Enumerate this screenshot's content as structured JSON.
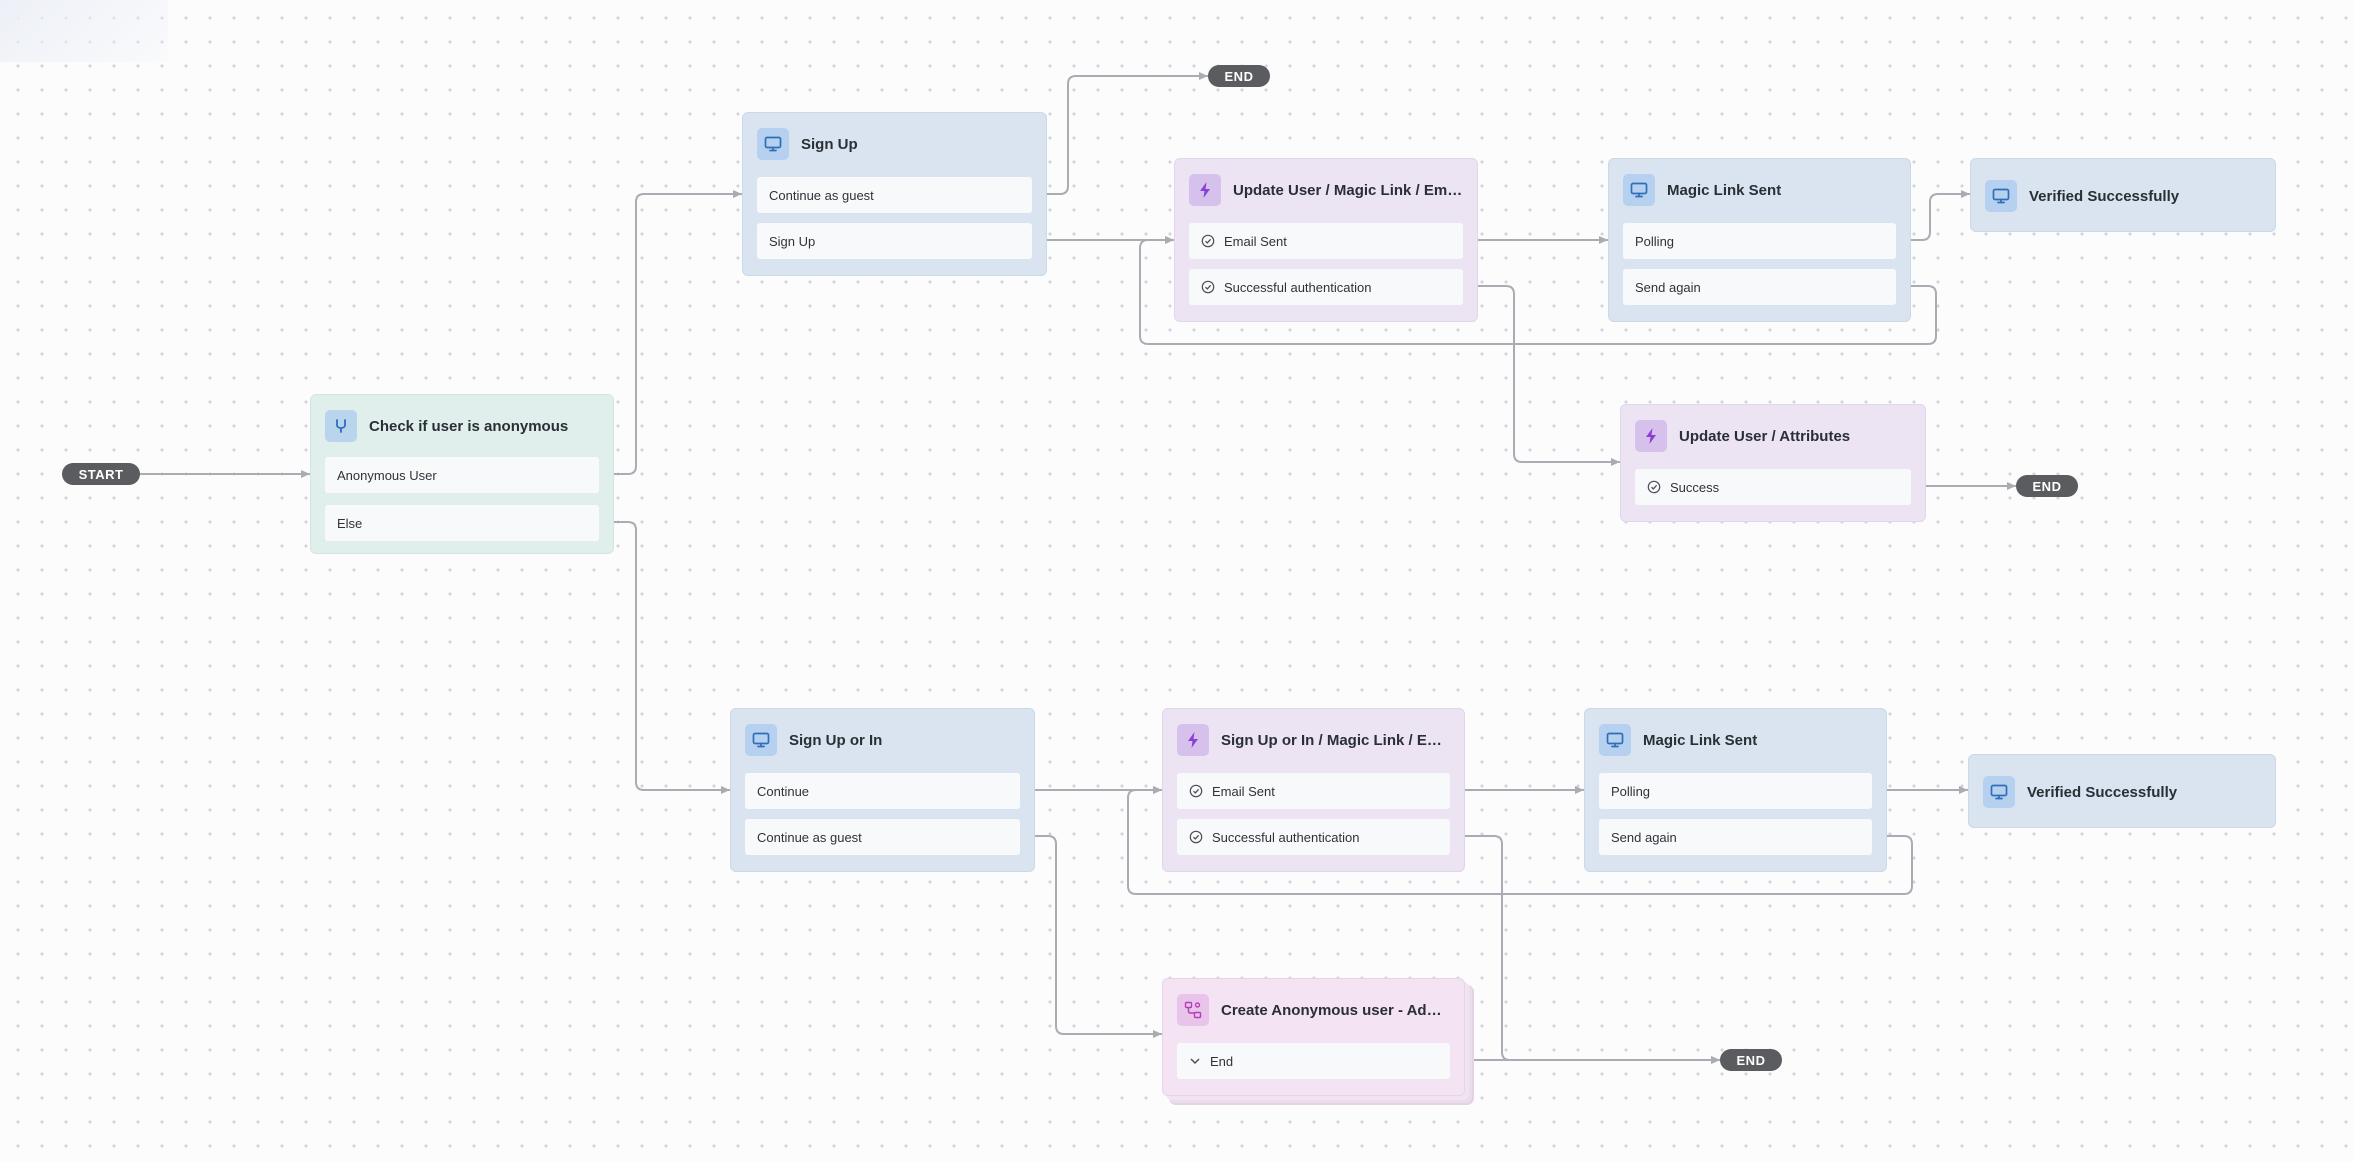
{
  "terminals": {
    "start": "START",
    "end": "END"
  },
  "nodes": {
    "check_anonymous": {
      "title": "Check if user is anonymous",
      "rows": [
        "Anonymous User",
        "Else"
      ]
    },
    "sign_up": {
      "title": "Sign Up",
      "rows": [
        "Continue as guest",
        "Sign Up"
      ]
    },
    "update_user_magic_link": {
      "title": "Update User / Magic Link / Email",
      "rows": [
        "Email Sent",
        "Successful authentication"
      ]
    },
    "magic_link_sent_top": {
      "title": "Magic Link Sent",
      "rows": [
        "Polling",
        "Send again"
      ]
    },
    "verified_top": {
      "title": "Verified Successfully"
    },
    "update_user_attributes": {
      "title": "Update User / Attributes",
      "rows": [
        "Success"
      ]
    },
    "sign_up_or_in": {
      "title": "Sign Up or In",
      "rows": [
        "Continue",
        "Continue as guest"
      ]
    },
    "sign_up_or_in_magic_link": {
      "title": "Sign Up or In / Magic Link / Email",
      "rows": [
        "Email Sent",
        "Successful authentication"
      ]
    },
    "magic_link_sent_bottom": {
      "title": "Magic Link Sent",
      "rows": [
        "Polling",
        "Send again"
      ]
    },
    "verified_bottom": {
      "title": "Verified Successfully"
    },
    "create_anonymous": {
      "title": "Create Anonymous user - Add In...",
      "rows": [
        "End"
      ]
    }
  },
  "icons": {
    "screen": "monitor-icon",
    "action": "lightning-icon",
    "condition": "branch-icon",
    "subflow": "subflow-icon",
    "check": "check-circle-icon",
    "chevron": "chevron-down-icon"
  },
  "colors": {
    "screen_node": "#d9e4f0",
    "action_node": "#ece4f2",
    "condition_node": "#e1efec",
    "subflow_node": "#f3e3f3",
    "terminal_pill": "#5a5c60",
    "connector": "#a9adb3"
  }
}
